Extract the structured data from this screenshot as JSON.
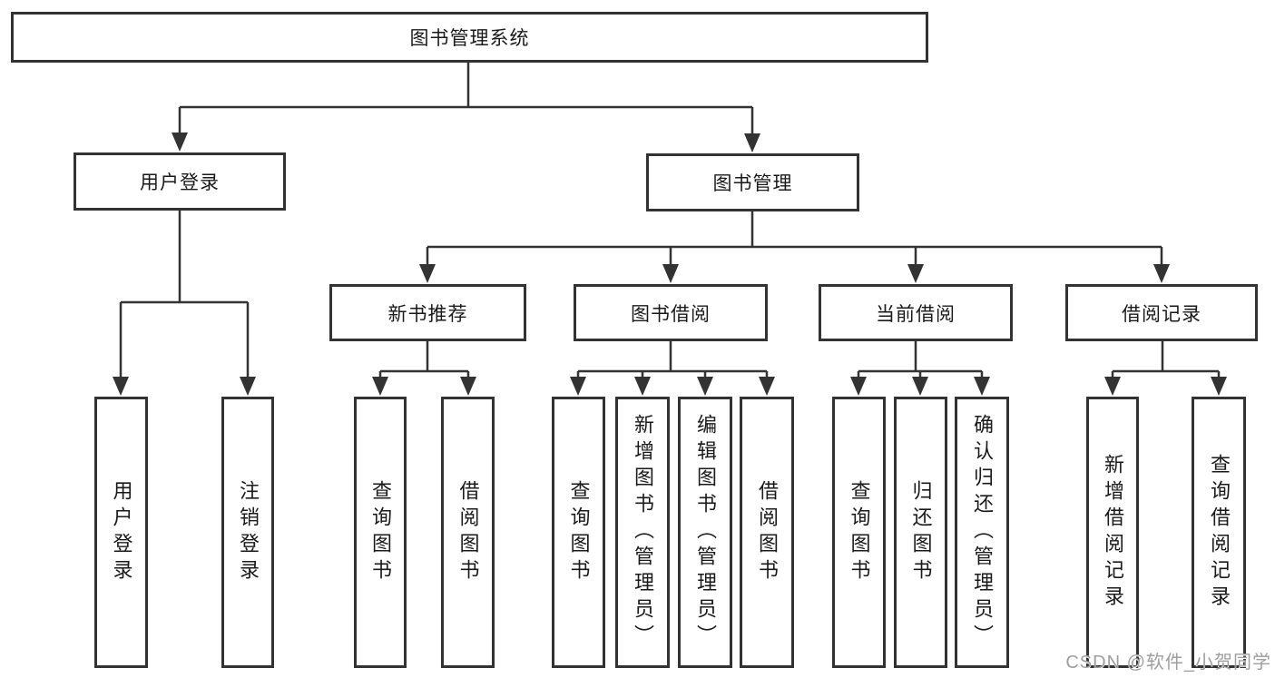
{
  "diagram": {
    "type": "hierarchy-tree",
    "background": "#ffffff",
    "colors": {
      "line": "#333333",
      "box_border": "#333333",
      "text": "#1a1a1a",
      "watermark": "#9e9e9e"
    },
    "watermark": "CSDN @软件_小贺同学",
    "tree": {
      "label": "图书管理系统",
      "children": [
        {
          "label": "用户登录",
          "children": [
            {
              "label": "用户登录"
            },
            {
              "label": "注销登录"
            }
          ]
        },
        {
          "label": "图书管理",
          "children": [
            {
              "label": "新书推荐",
              "children": [
                {
                  "label": "查询图书"
                },
                {
                  "label": "借阅图书"
                }
              ]
            },
            {
              "label": "图书借阅",
              "children": [
                {
                  "label": "查询图书"
                },
                {
                  "label": "新增图书（管理员）"
                },
                {
                  "label": "编辑图书（管理员）"
                },
                {
                  "label": "借阅图书"
                }
              ]
            },
            {
              "label": "当前借阅",
              "children": [
                {
                  "label": "查询图书"
                },
                {
                  "label": "归还图书"
                },
                {
                  "label": "确认归还（管理员）"
                }
              ]
            },
            {
              "label": "借阅记录",
              "children": [
                {
                  "label": "新增借阅记录"
                },
                {
                  "label": "查询借阅记录"
                }
              ]
            }
          ]
        }
      ]
    }
  }
}
